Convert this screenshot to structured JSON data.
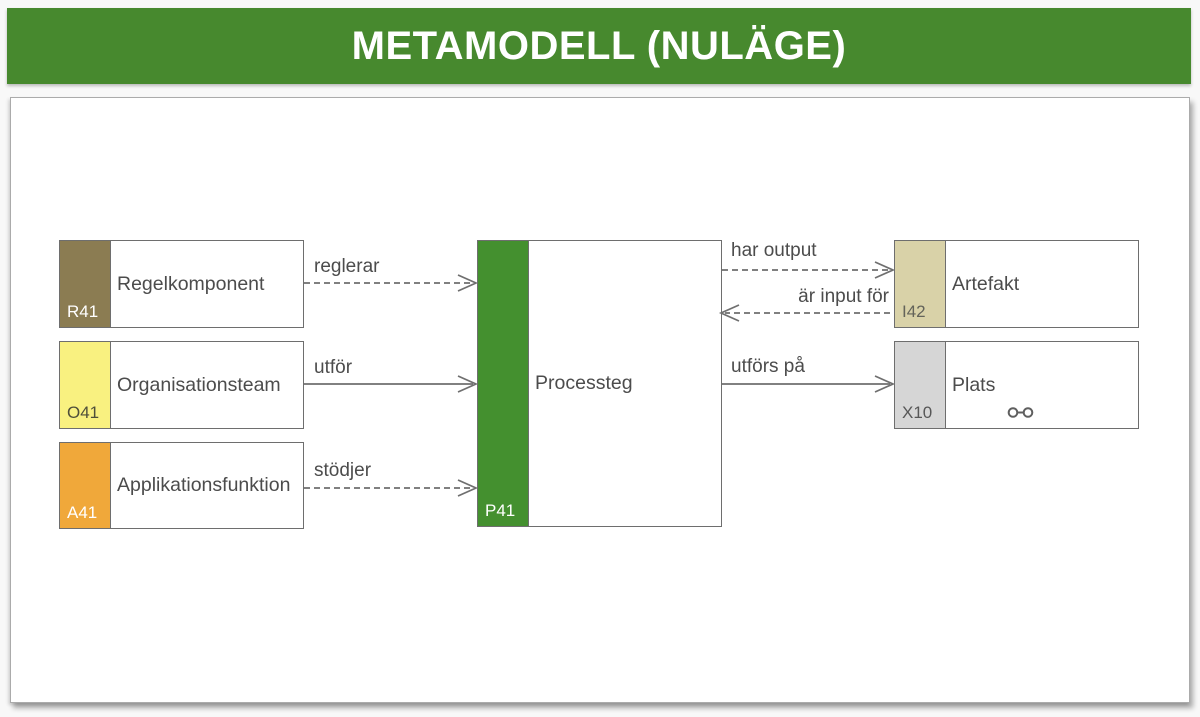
{
  "header": {
    "title": "METAMODELL (NULÄGE)",
    "bg_color": "#47892e",
    "text_color": "#ffffff"
  },
  "diagram": {
    "line_color": "#6f6f6f",
    "nodes": [
      {
        "code": "R41",
        "label": "Regelkomponent",
        "tab_color": "#8b7c52",
        "code_color": "#ffffff"
      },
      {
        "code": "O41",
        "label": "Organisationsteam",
        "tab_color": "#f9f180",
        "code_color": "#4f4f3a"
      },
      {
        "code": "A41",
        "label": "Applikationsfunktion",
        "tab_color": "#f0a83a",
        "code_color": "#ffffff"
      },
      {
        "code": "P41",
        "label": "Processteg",
        "tab_color": "#44902f",
        "code_color": "#ffffff"
      },
      {
        "code": "I42",
        "label": "Artefakt",
        "tab_color": "#d9d2a8",
        "code_color": "#64645a"
      },
      {
        "code": "X10",
        "label": "Plats",
        "tab_color": "#d6d6d6",
        "code_color": "#575757",
        "icon": "link-icon"
      }
    ],
    "edges": [
      {
        "label": "reglerar",
        "from": "Regelkomponent",
        "to": "Processteg",
        "line": "dashed",
        "direction": "right"
      },
      {
        "label": "utför",
        "from": "Organisationsteam",
        "to": "Processteg",
        "line": "solid",
        "direction": "right"
      },
      {
        "label": "stödjer",
        "from": "Applikationsfunktion",
        "to": "Processteg",
        "line": "dashed",
        "direction": "right"
      },
      {
        "label": "har output",
        "from": "Processteg",
        "to": "Artefakt",
        "line": "dashed",
        "direction": "right"
      },
      {
        "label": "är input för",
        "from": "Artefakt",
        "to": "Processteg",
        "line": "dashed",
        "direction": "left"
      },
      {
        "label": "utförs på",
        "from": "Processteg",
        "to": "Plats",
        "line": "solid",
        "direction": "right"
      }
    ]
  }
}
